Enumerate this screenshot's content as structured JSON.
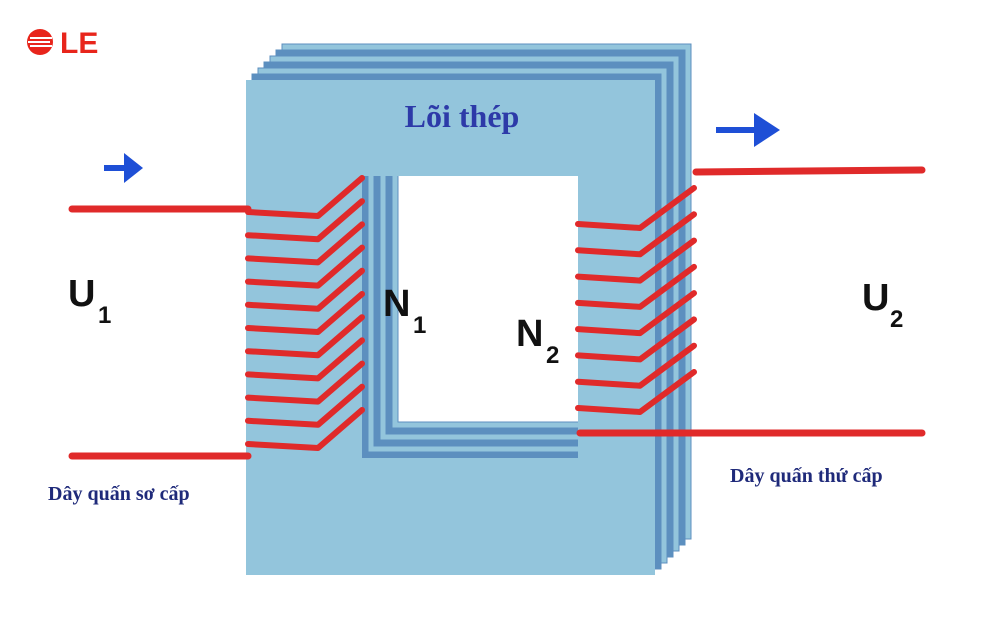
{
  "logo": {
    "text": "LE",
    "color": "#e8251b"
  },
  "core": {
    "label": "Lõi thép",
    "face_color": "#93c5dc",
    "lamination_color": "#5c8fbf"
  },
  "primary": {
    "voltage_symbol": "U",
    "voltage_subscript": "1",
    "turns_symbol": "N",
    "turns_subscript": "1",
    "caption": "Dây quấn sơ cấp",
    "winding_turns_shown": 11
  },
  "secondary": {
    "voltage_symbol": "U",
    "voltage_subscript": "2",
    "turns_symbol": "N",
    "turns_subscript": "2",
    "caption": "Dây quấn thứ cấp",
    "winding_turns_shown": 8
  },
  "colors": {
    "wire": "#e02a2a",
    "arrow": "#1e4fd6",
    "text_dark": "#111111"
  },
  "icons": {
    "input_arrow": "arrow-right-icon",
    "output_arrow": "arrow-right-icon"
  }
}
